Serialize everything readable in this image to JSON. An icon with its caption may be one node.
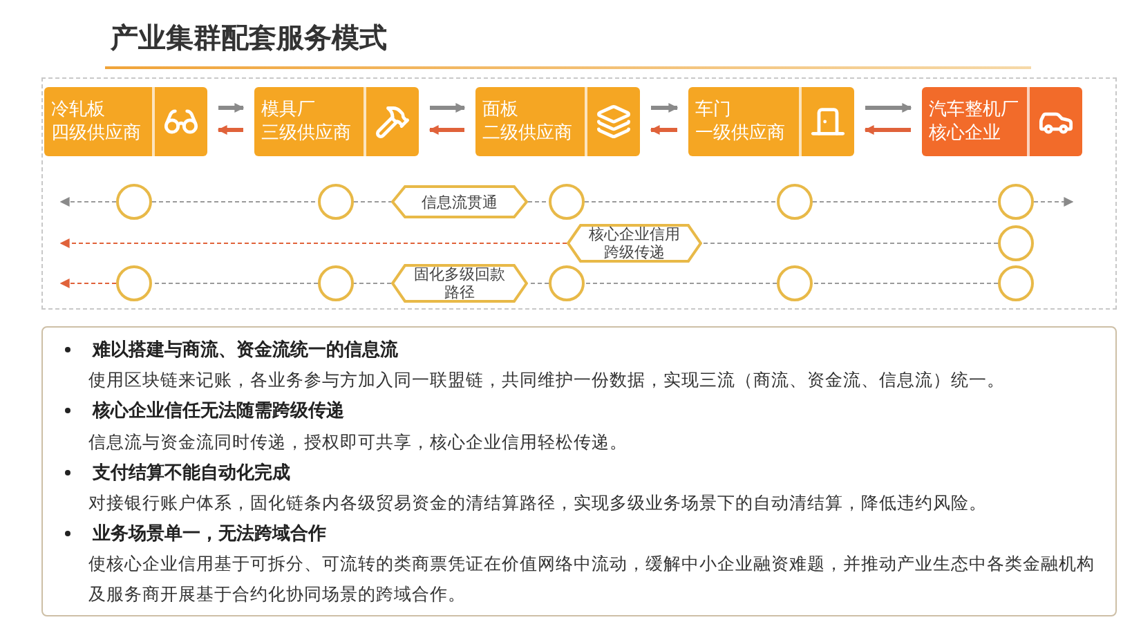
{
  "diagram": {
    "title": "产业集群配套服务模式",
    "nodes": [
      {
        "text": [
          "冷轧板",
          "四级供应商"
        ]
      },
      {
        "text": [
          "模具厂",
          "三级供应商"
        ]
      },
      {
        "text": [
          "面板",
          "二级供应商"
        ]
      },
      {
        "text": [
          "车门",
          "一级供应商"
        ]
      },
      {
        "text": [
          "汽车整机厂",
          "核心企业"
        ]
      },
      {
        "text": [],
        "shape": "circle"
      },
      {
        "text": [],
        "shape": "circle"
      },
      {
        "text": [
          "信息流贯通"
        ]
      },
      {
        "text": [],
        "shape": "circle"
      },
      {
        "text": [],
        "shape": "circle"
      },
      {
        "text": [],
        "shape": "circle"
      },
      {
        "text": [
          "核心企业信用跨级传递"
        ]
      },
      {
        "text": [],
        "shape": "circle"
      },
      {
        "text": [],
        "shape": "circle"
      },
      {
        "text": [],
        "shape": "circle"
      },
      {
        "text": [
          "固化多级回款路径"
        ]
      },
      {
        "text": [],
        "shape": "circle"
      },
      {
        "text": [],
        "shape": "circle"
      },
      {
        "text": [],
        "shape": "circle"
      }
    ],
    "edges": [
      {
        "from": 0,
        "to": 1,
        "arrow": "to",
        "style": "thick"
      },
      {
        "from": 1,
        "to": 0,
        "arrow": "to",
        "style": "thick",
        "color": "#e0623a"
      },
      {
        "from": 1,
        "to": 2,
        "arrow": "to",
        "style": "thick"
      },
      {
        "from": 2,
        "to": 1,
        "arrow": "to",
        "style": "thick",
        "color": "#e0623a"
      },
      {
        "from": 2,
        "to": 3,
        "arrow": "to",
        "style": "thick"
      },
      {
        "from": 3,
        "to": 2,
        "arrow": "to",
        "style": "thick",
        "color": "#e0623a"
      },
      {
        "from": 3,
        "to": 4,
        "arrow": "to",
        "style": "thick"
      },
      {
        "from": 4,
        "to": 3,
        "arrow": "to",
        "style": "thick",
        "color": "#e0623a"
      },
      {
        "from": 5,
        "to": null,
        "arrow": "to",
        "style": "dashed"
      },
      {
        "from": 5,
        "to": 6,
        "arrow": "none",
        "style": "dashed"
      },
      {
        "from": 6,
        "to": 7,
        "arrow": "none",
        "style": "dashed"
      },
      {
        "from": 7,
        "to": 8,
        "arrow": "none",
        "style": "dashed"
      },
      {
        "from": 8,
        "to": 9,
        "arrow": "none",
        "style": "dashed"
      },
      {
        "from": 9,
        "to": 10,
        "arrow": "none",
        "style": "dashed"
      },
      {
        "from": 10,
        "to": null,
        "arrow": "to",
        "style": "dashed"
      },
      {
        "from": 12,
        "to": 11,
        "arrow": "none",
        "style": "dashed"
      },
      {
        "from": 11,
        "to": null,
        "arrow": "to",
        "style": "dashed",
        "color": "#e0623a"
      },
      {
        "from": 18,
        "to": 17,
        "arrow": "none",
        "style": "dashed"
      },
      {
        "from": 17,
        "to": 16,
        "arrow": "none",
        "style": "dashed"
      },
      {
        "from": 16,
        "to": 15,
        "arrow": "none",
        "style": "dashed"
      },
      {
        "from": 15,
        "to": 14,
        "arrow": "none",
        "style": "dashed"
      },
      {
        "from": 14,
        "to": 13,
        "arrow": "none",
        "style": "dashed"
      },
      {
        "from": 13,
        "to": null,
        "arrow": "to",
        "style": "dashed",
        "color": "#e0623a"
      }
    ],
    "labels": [
      "难以搭建与商流、资金流统一的信息流",
      "使用区块链来记账，各业务参与方加入同一联盟链，共同维护一份数据，实现三流（商流、资金流、信息流）统一。",
      "核心企业信任无法随需跨级传递",
      "信息流与资金流同时传递，授权即可共享，核心企业信用轻松传递。",
      "支付结算不能自动化完成",
      "对接银行账户体系，固化链条内各级贸易资金的清结算路径，实现多级业务场景下的自动清结算，降低违约风险。",
      "业务场景单一，无法跨域合作",
      "使核心企业信用基于可拆分、可流转的类商票凭证在价值网络中流动，缓解中小企业融资难题，并推动产业生态中各类金融机构及服务商开展基于合约化协同场景的跨域合作。"
    ]
  }
}
